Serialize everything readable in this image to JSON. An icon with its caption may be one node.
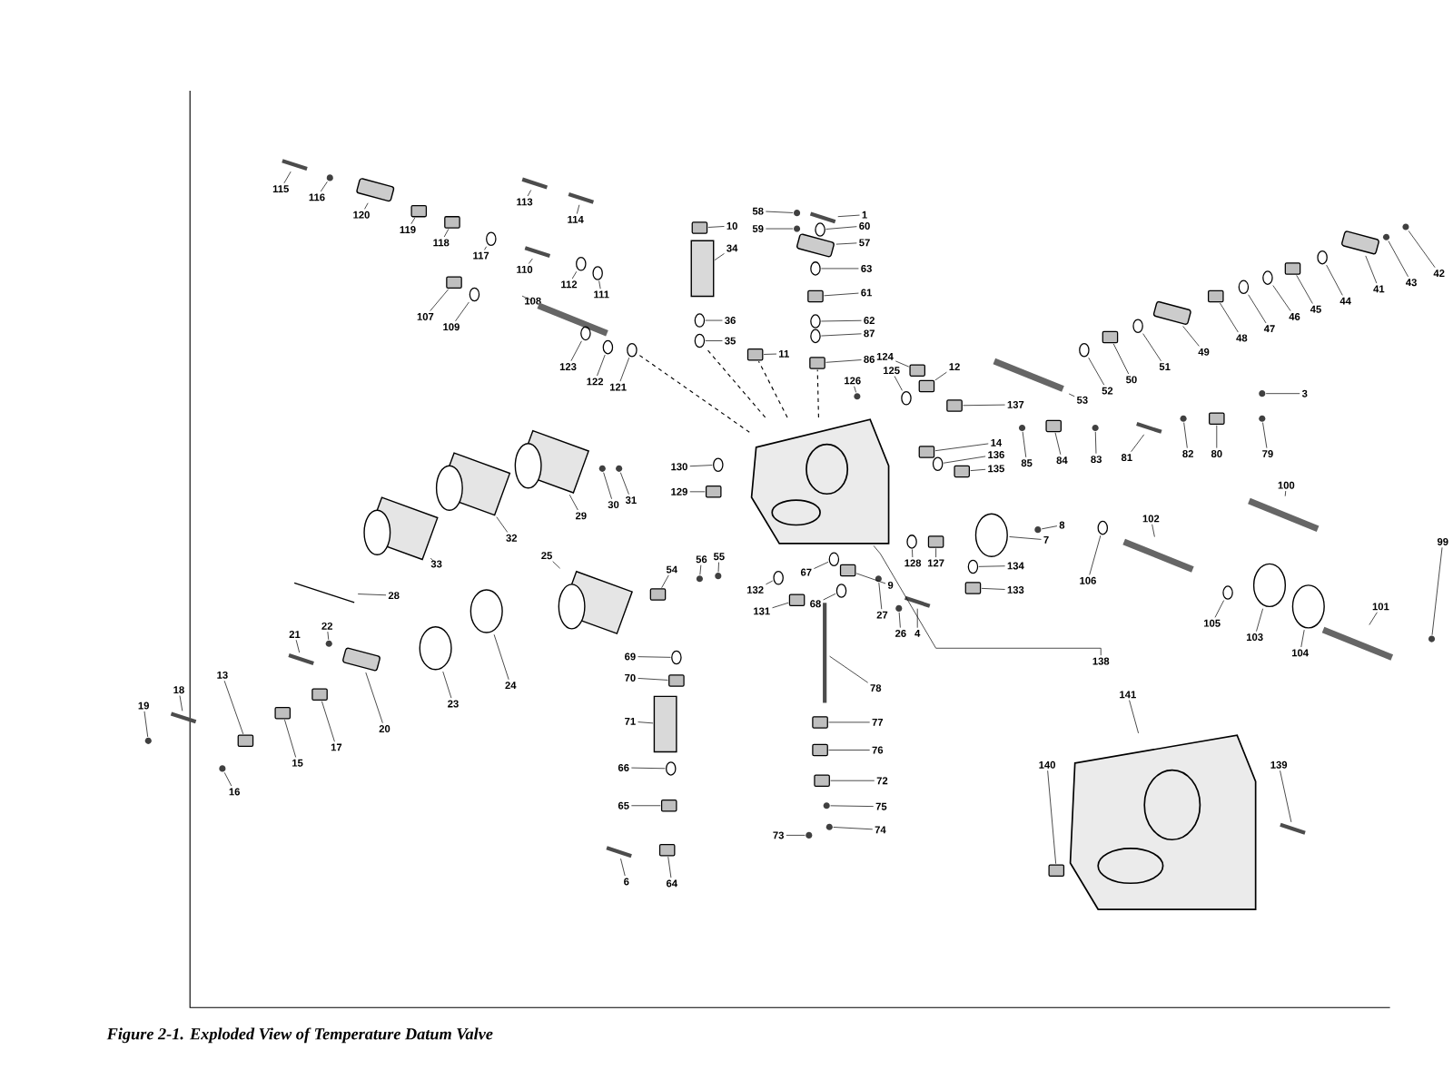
{
  "diagram": {
    "caption": "Figure 2-1. Exploded View of Temperature Datum Valve",
    "nodes": [
      {
        "text": [
          "115"
        ]
      },
      {
        "text": [
          "116"
        ]
      },
      {
        "text": [
          "113"
        ]
      },
      {
        "text": [
          "120"
        ]
      },
      {
        "text": [
          "114"
        ]
      },
      {
        "text": [
          "58"
        ]
      },
      {
        "text": [
          "1"
        ]
      },
      {
        "text": [
          "119"
        ]
      },
      {
        "text": [
          "10"
        ]
      },
      {
        "text": [
          "59"
        ]
      },
      {
        "text": [
          "60"
        ]
      },
      {
        "text": [
          "118"
        ]
      },
      {
        "text": [
          "117"
        ]
      },
      {
        "text": [
          "34"
        ]
      },
      {
        "text": [
          "57"
        ]
      },
      {
        "text": [
          "110"
        ]
      },
      {
        "text": [
          "63"
        ]
      },
      {
        "text": [
          "42"
        ]
      },
      {
        "text": [
          "112"
        ]
      },
      {
        "text": [
          "111"
        ]
      },
      {
        "text": [
          "61"
        ]
      },
      {
        "text": [
          "41"
        ]
      },
      {
        "text": [
          "43"
        ]
      },
      {
        "text": [
          "108"
        ]
      },
      {
        "text": [
          "45"
        ]
      },
      {
        "text": [
          "44"
        ]
      },
      {
        "text": [
          "107"
        ]
      },
      {
        "text": [
          "109"
        ]
      },
      {
        "text": [
          "36"
        ]
      },
      {
        "text": [
          "62"
        ]
      },
      {
        "text": [
          "47"
        ]
      },
      {
        "text": [
          "46"
        ]
      },
      {
        "text": [
          "35"
        ]
      },
      {
        "text": [
          "87"
        ]
      },
      {
        "text": [
          "48"
        ]
      },
      {
        "text": [
          "123"
        ]
      },
      {
        "text": [
          "11"
        ]
      },
      {
        "text": [
          "86"
        ]
      },
      {
        "text": [
          "124"
        ]
      },
      {
        "text": [
          "12"
        ]
      },
      {
        "text": [
          "51"
        ]
      },
      {
        "text": [
          "49"
        ]
      },
      {
        "text": [
          "122"
        ]
      },
      {
        "text": [
          "121"
        ]
      },
      {
        "text": [
          "126"
        ]
      },
      {
        "text": [
          "125"
        ]
      },
      {
        "text": [
          "50"
        ]
      },
      {
        "text": [
          "137"
        ]
      },
      {
        "text": [
          "53"
        ]
      },
      {
        "text": [
          "52"
        ]
      },
      {
        "text": [
          "3"
        ]
      },
      {
        "text": [
          "14"
        ]
      },
      {
        "text": [
          "136"
        ]
      },
      {
        "text": [
          "84"
        ]
      },
      {
        "text": [
          "83"
        ]
      },
      {
        "text": [
          "81"
        ]
      },
      {
        "text": [
          "82"
        ]
      },
      {
        "text": [
          "80"
        ]
      },
      {
        "text": [
          "79"
        ]
      },
      {
        "text": [
          "130"
        ]
      },
      {
        "text": [
          "135"
        ]
      },
      {
        "text": [
          "85"
        ]
      },
      {
        "text": [
          "129"
        ]
      },
      {
        "text": [
          "100"
        ]
      },
      {
        "text": [
          "29"
        ]
      },
      {
        "text": [
          "30"
        ]
      },
      {
        "text": [
          "31"
        ]
      },
      {
        "text": [
          "8"
        ]
      },
      {
        "text": [
          "102"
        ]
      },
      {
        "text": [
          "32"
        ]
      },
      {
        "text": [
          "7"
        ]
      },
      {
        "text": [
          "99"
        ]
      },
      {
        "text": [
          "33"
        ]
      },
      {
        "text": [
          "25"
        ]
      },
      {
        "text": [
          "54"
        ]
      },
      {
        "text": [
          "56"
        ]
      },
      {
        "text": [
          "55"
        ]
      },
      {
        "text": [
          "67"
        ]
      },
      {
        "text": [
          "128"
        ]
      },
      {
        "text": [
          "127"
        ]
      },
      {
        "text": [
          "134"
        ]
      },
      {
        "text": [
          "132"
        ]
      },
      {
        "text": [
          "9"
        ]
      },
      {
        "text": [
          "133"
        ]
      },
      {
        "text": [
          "106"
        ]
      },
      {
        "text": [
          "28"
        ]
      },
      {
        "text": [
          "68"
        ]
      },
      {
        "text": [
          "22"
        ]
      },
      {
        "text": [
          "131"
        ]
      },
      {
        "text": [
          "27"
        ]
      },
      {
        "text": [
          "105"
        ]
      },
      {
        "text": [
          "101"
        ]
      },
      {
        "text": [
          "21"
        ]
      },
      {
        "text": [
          "26"
        ]
      },
      {
        "text": [
          "4"
        ]
      },
      {
        "text": [
          "103"
        ]
      },
      {
        "text": [
          "69"
        ]
      },
      {
        "text": [
          "138"
        ]
      },
      {
        "text": [
          "104"
        ]
      },
      {
        "text": [
          "13"
        ]
      },
      {
        "text": [
          "70"
        ]
      },
      {
        "text": [
          "18"
        ]
      },
      {
        "text": [
          "24"
        ]
      },
      {
        "text": [
          "78"
        ]
      },
      {
        "text": [
          "19"
        ]
      },
      {
        "text": [
          "23"
        ]
      },
      {
        "text": [
          "71"
        ]
      },
      {
        "text": [
          "141"
        ]
      },
      {
        "text": [
          "20"
        ]
      },
      {
        "text": [
          "77"
        ]
      },
      {
        "text": [
          "17"
        ]
      },
      {
        "text": [
          "76"
        ]
      },
      {
        "text": [
          "15"
        ]
      },
      {
        "text": [
          "66"
        ]
      },
      {
        "text": [
          "140"
        ]
      },
      {
        "text": [
          "139"
        ]
      },
      {
        "text": [
          "16"
        ]
      },
      {
        "text": [
          "72"
        ]
      },
      {
        "text": [
          "65"
        ]
      },
      {
        "text": [
          "75"
        ]
      },
      {
        "text": [
          "73"
        ]
      },
      {
        "text": [
          "74"
        ]
      },
      {
        "text": [
          "6"
        ]
      },
      {
        "text": [
          "64"
        ]
      },
      {
        "text": [],
        "shape": "picture"
      },
      {
        "text": [],
        "shape": "picture"
      },
      {
        "text": [],
        "shape": "picture"
      },
      {
        "text": [],
        "shape": "box"
      },
      {
        "text": [],
        "shape": "picture"
      },
      {
        "text": [],
        "shape": "picture"
      },
      {
        "text": [],
        "shape": "picture"
      },
      {
        "text": [],
        "shape": "box"
      },
      {
        "text": [],
        "shape": "box"
      },
      {
        "text": [],
        "shape": "picture"
      },
      {
        "text": [],
        "shape": "circle"
      },
      {
        "text": [],
        "shape": "box"
      },
      {
        "text": [],
        "shape": "circle"
      },
      {
        "text": [],
        "shape": "box"
      },
      {
        "text": [],
        "shape": "box"
      },
      {
        "text": [],
        "shape": "picture"
      },
      {
        "text": [],
        "shape": "circle"
      },
      {
        "text": [],
        "shape": "picture"
      },
      {
        "text": [],
        "shape": "circle"
      },
      {
        "text": [],
        "shape": "circle"
      },
      {
        "text": [],
        "shape": "box"
      },
      {
        "text": [],
        "shape": "box"
      },
      {
        "text": [],
        "shape": "picture"
      },
      {
        "text": [],
        "shape": "picture"
      },
      {
        "text": [],
        "shape": "box"
      },
      {
        "text": [],
        "shape": "circle"
      },
      {
        "text": [],
        "shape": "box"
      },
      {
        "text": [],
        "shape": "circle"
      },
      {
        "text": [],
        "shape": "circle"
      },
      {
        "text": [],
        "shape": "circle"
      },
      {
        "text": [],
        "shape": "circle"
      },
      {
        "text": [],
        "shape": "circle"
      },
      {
        "text": [],
        "shape": "circle"
      },
      {
        "text": [],
        "shape": "circle"
      },
      {
        "text": [],
        "shape": "box"
      },
      {
        "text": [],
        "shape": "circle"
      },
      {
        "text": [],
        "shape": "box"
      },
      {
        "text": [],
        "shape": "box"
      },
      {
        "text": [],
        "shape": "box"
      },
      {
        "text": [],
        "shape": "box"
      },
      {
        "text": [],
        "shape": "circle"
      },
      {
        "text": [],
        "shape": "box"
      },
      {
        "text": [],
        "shape": "circle"
      },
      {
        "text": [],
        "shape": "circle"
      },
      {
        "text": [],
        "shape": "picture"
      },
      {
        "text": [],
        "shape": "circle"
      },
      {
        "text": [],
        "shape": "box"
      },
      {
        "text": [],
        "shape": "box"
      },
      {
        "text": [],
        "shape": "picture"
      },
      {
        "text": [],
        "shape": "circle"
      },
      {
        "text": [],
        "shape": "picture"
      },
      {
        "text": [],
        "shape": "box"
      },
      {
        "text": [],
        "shape": "circle"
      },
      {
        "text": [],
        "shape": "box"
      },
      {
        "text": [],
        "shape": "picture"
      },
      {
        "text": [],
        "shape": "picture"
      },
      {
        "text": [],
        "shape": "picture"
      },
      {
        "text": [],
        "shape": "box"
      },
      {
        "text": [],
        "shape": "picture"
      },
      {
        "text": [],
        "shape": "circle"
      },
      {
        "text": [],
        "shape": "box"
      },
      {
        "text": [],
        "shape": "picture"
      },
      {
        "text": [],
        "shape": "box"
      },
      {
        "text": [],
        "shape": "picture"
      },
      {
        "text": [],
        "shape": "picture"
      },
      {
        "text": [],
        "shape": "picture"
      },
      {
        "text": [],
        "shape": "picture"
      },
      {
        "text": [],
        "shape": "picture"
      },
      {
        "text": [],
        "shape": "picture"
      },
      {
        "text": [],
        "shape": "picture"
      },
      {
        "text": [],
        "shape": "circle"
      },
      {
        "text": [],
        "shape": "picture"
      },
      {
        "text": [],
        "shape": "picture"
      },
      {
        "text": [],
        "shape": "picture"
      },
      {
        "text": [],
        "shape": "box"
      },
      {
        "text": [],
        "shape": "picture"
      },
      {
        "text": [],
        "shape": "picture"
      },
      {
        "text": [],
        "shape": "circle"
      },
      {
        "text": [],
        "shape": "circle"
      },
      {
        "text": [],
        "shape": "box"
      },
      {
        "text": [],
        "shape": "circle"
      },
      {
        "text": [],
        "shape": "circle"
      },
      {
        "text": [],
        "shape": "box"
      },
      {
        "text": [],
        "shape": "box"
      },
      {
        "text": [],
        "shape": "circle"
      },
      {
        "text": [],
        "shape": "picture"
      },
      {
        "text": [],
        "shape": "circle"
      },
      {
        "text": [],
        "shape": "picture"
      },
      {
        "text": [],
        "shape": "box"
      },
      {
        "text": [],
        "shape": "picture"
      },
      {
        "text": [],
        "shape": "circle"
      },
      {
        "text": [],
        "shape": "picture"
      },
      {
        "text": [],
        "shape": "picture"
      },
      {
        "text": [],
        "shape": "picture"
      },
      {
        "text": [],
        "shape": "picture"
      },
      {
        "text": [],
        "shape": "circle"
      },
      {
        "text": [],
        "shape": "circle"
      },
      {
        "text": [],
        "shape": "picture"
      },
      {
        "text": [],
        "shape": "circle"
      },
      {
        "text": [],
        "shape": "box"
      },
      {
        "text": [],
        "shape": "box"
      },
      {
        "text": [],
        "shape": "picture"
      },
      {
        "text": [],
        "shape": "circle"
      },
      {
        "text": [],
        "shape": "picture"
      },
      {
        "text": [],
        "shape": "picture"
      },
      {
        "text": [],
        "shape": "circle"
      },
      {
        "text": [],
        "shape": "box"
      },
      {
        "text": [],
        "shape": "picture"
      },
      {
        "text": [],
        "shape": "box"
      },
      {
        "text": [],
        "shape": "box"
      },
      {
        "text": [],
        "shape": "box"
      },
      {
        "text": [],
        "shape": "box"
      },
      {
        "text": [],
        "shape": "box"
      },
      {
        "text": [],
        "shape": "circle"
      },
      {
        "text": [],
        "shape": "box"
      },
      {
        "text": [],
        "shape": "picture"
      },
      {
        "text": [],
        "shape": "picture"
      },
      {
        "text": [],
        "shape": "box"
      },
      {
        "text": [],
        "shape": "box"
      },
      {
        "text": [],
        "shape": "picture"
      },
      {
        "text": [],
        "shape": "picture"
      },
      {
        "text": [],
        "shape": "picture"
      },
      {
        "text": [],
        "shape": "picture"
      },
      {
        "text": [],
        "shape": "box"
      }
    ],
    "edges": [
      {
        "from": 0,
        "to": 124,
        "arrow": "none"
      },
      {
        "from": 1,
        "to": 125,
        "arrow": "none"
      },
      {
        "from": 2,
        "to": 126,
        "arrow": "none"
      },
      {
        "from": 3,
        "to": 127,
        "arrow": "none"
      },
      {
        "from": 4,
        "to": 128,
        "arrow": "none"
      },
      {
        "from": 5,
        "to": 129,
        "arrow": "none"
      },
      {
        "from": 6,
        "to": 130,
        "arrow": "none"
      },
      {
        "from": 7,
        "to": 131,
        "arrow": "none"
      },
      {
        "from": 8,
        "to": 132,
        "arrow": "none"
      },
      {
        "from": 9,
        "to": 133,
        "arrow": "none"
      },
      {
        "from": 10,
        "to": 134,
        "arrow": "none"
      },
      {
        "from": 11,
        "to": 135,
        "arrow": "none"
      },
      {
        "from": 12,
        "to": 136,
        "arrow": "none"
      },
      {
        "from": 13,
        "to": 137,
        "arrow": "none"
      },
      {
        "from": 14,
        "to": 138,
        "arrow": "none"
      },
      {
        "from": 15,
        "to": 139,
        "arrow": "none"
      },
      {
        "from": 16,
        "to": 140,
        "arrow": "none"
      },
      {
        "from": 17,
        "to": 141,
        "arrow": "none"
      },
      {
        "from": 18,
        "to": 142,
        "arrow": "none"
      },
      {
        "from": 19,
        "to": 143,
        "arrow": "none"
      },
      {
        "from": 20,
        "to": 144,
        "arrow": "none"
      },
      {
        "from": 21,
        "to": 145,
        "arrow": "none"
      },
      {
        "from": 22,
        "to": 146,
        "arrow": "none"
      },
      {
        "from": 23,
        "to": 147,
        "arrow": "none"
      },
      {
        "from": 24,
        "to": 148,
        "arrow": "none"
      },
      {
        "from": 25,
        "to": 149,
        "arrow": "none"
      },
      {
        "from": 26,
        "to": 150,
        "arrow": "none"
      },
      {
        "from": 27,
        "to": 151,
        "arrow": "none"
      },
      {
        "from": 28,
        "to": 152,
        "arrow": "none"
      },
      {
        "from": 29,
        "to": 153,
        "arrow": "none"
      },
      {
        "from": 30,
        "to": 154,
        "arrow": "none"
      },
      {
        "from": 31,
        "to": 155,
        "arrow": "none"
      },
      {
        "from": 32,
        "to": 156,
        "arrow": "none"
      },
      {
        "from": 33,
        "to": 157,
        "arrow": "none"
      },
      {
        "from": 34,
        "to": 158,
        "arrow": "none"
      },
      {
        "from": 35,
        "to": 159,
        "arrow": "none"
      },
      {
        "from": 36,
        "to": 160,
        "arrow": "none"
      },
      {
        "from": 37,
        "to": 161,
        "arrow": "none"
      },
      {
        "from": 38,
        "to": 162,
        "arrow": "none"
      },
      {
        "from": 39,
        "to": 163,
        "arrow": "none"
      },
      {
        "from": 40,
        "to": 164,
        "arrow": "none"
      },
      {
        "from": 41,
        "to": 165,
        "arrow": "none"
      },
      {
        "from": 42,
        "to": 166,
        "arrow": "none"
      },
      {
        "from": 43,
        "to": 167,
        "arrow": "none"
      },
      {
        "from": 44,
        "to": 168,
        "arrow": "none"
      },
      {
        "from": 45,
        "to": 169,
        "arrow": "none"
      },
      {
        "from": 46,
        "to": 170,
        "arrow": "none"
      },
      {
        "from": 47,
        "to": 171,
        "arrow": "none"
      },
      {
        "from": 48,
        "to": 172,
        "arrow": "none"
      },
      {
        "from": 49,
        "to": 173,
        "arrow": "none"
      },
      {
        "from": 50,
        "to": 174,
        "arrow": "none"
      },
      {
        "from": 51,
        "to": 175,
        "arrow": "none"
      },
      {
        "from": 52,
        "to": 176,
        "arrow": "none"
      },
      {
        "from": 53,
        "to": 177,
        "arrow": "none"
      },
      {
        "from": 54,
        "to": 178,
        "arrow": "none"
      },
      {
        "from": 55,
        "to": 179,
        "arrow": "none"
      },
      {
        "from": 56,
        "to": 180,
        "arrow": "none"
      },
      {
        "from": 57,
        "to": 181,
        "arrow": "none"
      },
      {
        "from": 58,
        "to": 182,
        "arrow": "none"
      },
      {
        "from": 59,
        "to": 183,
        "arrow": "none"
      },
      {
        "from": 60,
        "to": 184,
        "arrow": "none"
      },
      {
        "from": 61,
        "to": 185,
        "arrow": "none"
      },
      {
        "from": 62,
        "to": 186,
        "arrow": "none"
      },
      {
        "from": 63,
        "to": 187,
        "arrow": "none"
      },
      {
        "from": 64,
        "to": 188,
        "arrow": "none"
      },
      {
        "from": 65,
        "to": 189,
        "arrow": "none"
      },
      {
        "from": 66,
        "to": 190,
        "arrow": "none"
      },
      {
        "from": 67,
        "to": 191,
        "arrow": "none"
      },
      {
        "from": 68,
        "to": 192,
        "arrow": "none"
      },
      {
        "from": 69,
        "to": 193,
        "arrow": "none"
      },
      {
        "from": 70,
        "to": 194,
        "arrow": "none"
      },
      {
        "from": 71,
        "to": 195,
        "arrow": "none"
      },
      {
        "from": 72,
        "to": 196,
        "arrow": "none"
      },
      {
        "from": 73,
        "to": 197,
        "arrow": "none"
      },
      {
        "from": 74,
        "to": 198,
        "arrow": "none"
      },
      {
        "from": 75,
        "to": 199,
        "arrow": "none"
      },
      {
        "from": 76,
        "to": 200,
        "arrow": "none"
      },
      {
        "from": 77,
        "to": 201,
        "arrow": "none"
      },
      {
        "from": 78,
        "to": 202,
        "arrow": "none"
      },
      {
        "from": 79,
        "to": 203,
        "arrow": "none"
      },
      {
        "from": 80,
        "to": 204,
        "arrow": "none"
      },
      {
        "from": 81,
        "to": 205,
        "arrow": "none"
      },
      {
        "from": 82,
        "to": 206,
        "arrow": "none"
      },
      {
        "from": 83,
        "to": 207,
        "arrow": "none"
      },
      {
        "from": 84,
        "to": 208,
        "arrow": "none"
      },
      {
        "from": 85,
        "to": 209,
        "arrow": "none"
      },
      {
        "from": 86,
        "to": 210,
        "arrow": "none"
      },
      {
        "from": 87,
        "to": 211,
        "arrow": "none"
      },
      {
        "from": 88,
        "to": 212,
        "arrow": "none"
      },
      {
        "from": 89,
        "to": 213,
        "arrow": "none"
      },
      {
        "from": 90,
        "to": 214,
        "arrow": "none"
      },
      {
        "from": 91,
        "to": 215,
        "arrow": "none"
      },
      {
        "from": 92,
        "to": 216,
        "arrow": "none"
      },
      {
        "from": 93,
        "to": 217,
        "arrow": "none"
      },
      {
        "from": 94,
        "to": 218,
        "arrow": "none"
      },
      {
        "from": 95,
        "to": 219,
        "arrow": "none"
      },
      {
        "from": 96,
        "to": 220,
        "arrow": "none"
      },
      {
        "from": 97,
        "to": 221,
        "arrow": "none"
      },
      {
        "from": 98,
        "to": 222,
        "arrow": "none"
      },
      {
        "from": 99,
        "to": 223,
        "arrow": "none"
      },
      {
        "from": 100,
        "to": 224,
        "arrow": "none"
      },
      {
        "from": 101,
        "to": 225,
        "arrow": "none"
      },
      {
        "from": 102,
        "to": 226,
        "arrow": "none"
      },
      {
        "from": 103,
        "to": 227,
        "arrow": "none"
      },
      {
        "from": 104,
        "to": 228,
        "arrow": "none"
      },
      {
        "from": 105,
        "to": 229,
        "arrow": "none"
      },
      {
        "from": 106,
        "to": 230,
        "arrow": "none"
      },
      {
        "from": 107,
        "to": 231,
        "arrow": "none"
      },
      {
        "from": 108,
        "to": 232,
        "arrow": "none"
      },
      {
        "from": 109,
        "to": 233,
        "arrow": "none"
      },
      {
        "from": 110,
        "to": 234,
        "arrow": "none"
      },
      {
        "from": 111,
        "to": 235,
        "arrow": "none"
      },
      {
        "from": 112,
        "to": 236,
        "arrow": "none"
      },
      {
        "from": 113,
        "to": 237,
        "arrow": "none"
      },
      {
        "from": 114,
        "to": 238,
        "arrow": "none"
      },
      {
        "from": 115,
        "to": 239,
        "arrow": "none"
      },
      {
        "from": 116,
        "to": 240,
        "arrow": "none"
      },
      {
        "from": 117,
        "to": 241,
        "arrow": "none"
      },
      {
        "from": 118,
        "to": 242,
        "arrow": "none"
      },
      {
        "from": 119,
        "to": 243,
        "arrow": "none"
      },
      {
        "from": 120,
        "to": 244,
        "arrow": "none"
      },
      {
        "from": 121,
        "to": 245,
        "arrow": "none"
      },
      {
        "from": 122,
        "to": 246,
        "arrow": "none"
      },
      {
        "from": 123,
        "to": 247,
        "arrow": "none"
      },
      {
        "from": 221,
        "to": 156,
        "arrow": "none",
        "style": "dashed"
      },
      {
        "from": 221,
        "to": 160,
        "arrow": "none",
        "style": "dashed"
      },
      {
        "from": 221,
        "to": 161,
        "arrow": "none",
        "style": "dashed"
      },
      {
        "from": 221,
        "to": 167,
        "arrow": "none",
        "style": "dashed"
      }
    ]
  }
}
